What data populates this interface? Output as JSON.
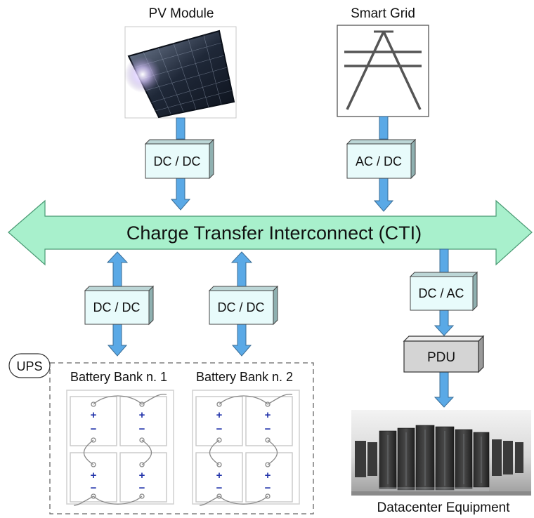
{
  "nodes": {
    "pv_module": "PV Module",
    "smart_grid": "Smart Grid",
    "cti": "Charge Transfer Interconnect (CTI)",
    "pdu": "PDU",
    "ups": "UPS",
    "battery_bank_1": "Battery Bank n. 1",
    "battery_bank_2": "Battery Bank n. 2",
    "datacenter": "Datacenter Equipment"
  },
  "converters": {
    "pv": "DC / DC",
    "grid": "AC / DC",
    "bank1": "DC / DC",
    "bank2": "DC / DC",
    "load": "DC / AC"
  },
  "battery_symbols": {
    "plus": "+",
    "minus": "−"
  },
  "colors": {
    "bus_fill": "#a8f0cc",
    "converter_fill": "#e8fbfb",
    "arrow_fill": "#5aa9e6",
    "pdu_fill": "#d4d4d4"
  }
}
